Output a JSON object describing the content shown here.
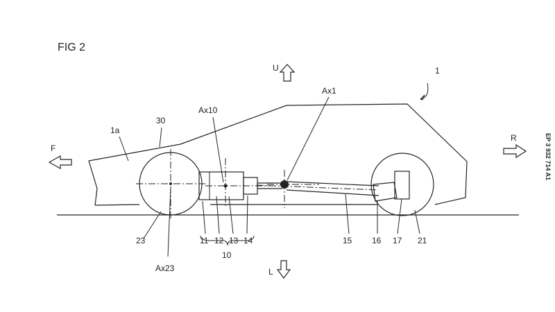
{
  "figure_title": "FIG 2",
  "publication_number": "EP 3 932 714 A1",
  "directions": {
    "up": "U",
    "down": "L",
    "front": "F",
    "rear": "R"
  },
  "reference_labels": {
    "vehicle": "1",
    "body": "1a",
    "outline": "30",
    "axis_10": "Ax10",
    "axis_1": "Ax1",
    "axis_23": "Ax23",
    "unit_10": "10",
    "part_11": "11",
    "part_12": "12",
    "part_13": "13",
    "part_14": "14",
    "part_15": "15",
    "part_16": "16",
    "part_17": "17",
    "wheel_front": "23",
    "wheel_rear": "21"
  }
}
